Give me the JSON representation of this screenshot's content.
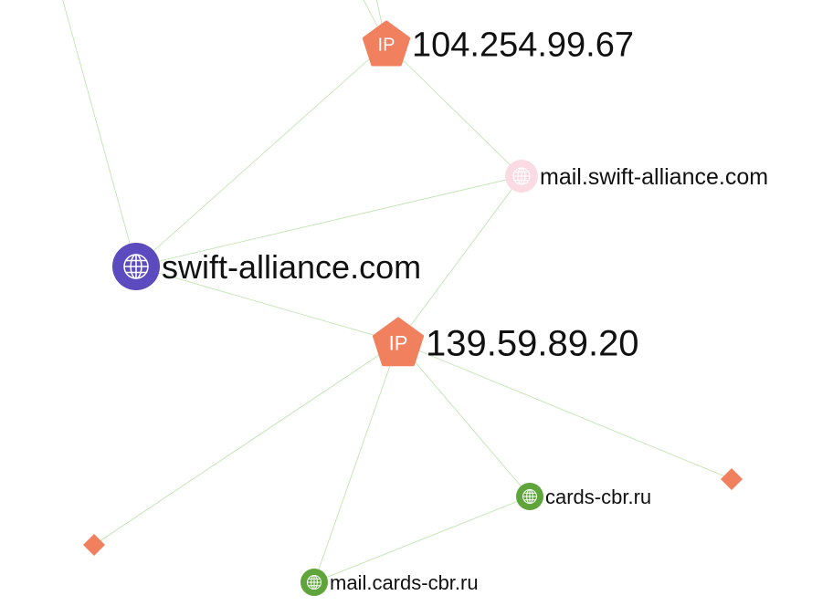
{
  "graph": {
    "colors": {
      "ip": "#f0805e",
      "domain_primary": "#5b4bbf",
      "domain_secondary": "#5fa53c",
      "domain_faded": "#fadbe4",
      "edge": "#b9e2a8"
    },
    "nodes": [
      {
        "id": "ip1",
        "kind": "ip",
        "icon": "IP",
        "label": "104.254.99.67",
        "icon_name": "ip-pentagon-icon"
      },
      {
        "id": "ip2",
        "kind": "ip",
        "icon": "IP",
        "label": "139.59.89.20",
        "icon_name": "ip-pentagon-icon"
      },
      {
        "id": "d1",
        "kind": "domain",
        "variant": "primary",
        "label": "swift-alliance.com",
        "icon_name": "globe-icon"
      },
      {
        "id": "d2",
        "kind": "domain",
        "variant": "faded",
        "label": "mail.swift-alliance.com",
        "icon_name": "globe-icon"
      },
      {
        "id": "d3",
        "kind": "domain",
        "variant": "secondary",
        "label": "cards-cbr.ru",
        "icon_name": "globe-icon"
      },
      {
        "id": "d4",
        "kind": "domain",
        "variant": "secondary",
        "label": "mail.cards-cbr.ru",
        "icon_name": "globe-icon"
      },
      {
        "id": "u1",
        "kind": "unlabeled",
        "icon_name": "diamond-icon"
      },
      {
        "id": "u2",
        "kind": "unlabeled",
        "icon_name": "diamond-icon"
      }
    ],
    "edges": [
      [
        "d1",
        "ip1"
      ],
      [
        "d1",
        "d2"
      ],
      [
        "d1",
        "ip2"
      ],
      [
        "ip1",
        "d2"
      ],
      [
        "d2",
        "ip2"
      ],
      [
        "ip2",
        "d3"
      ],
      [
        "ip2",
        "d4"
      ],
      [
        "ip2",
        "u1"
      ],
      [
        "ip2",
        "u2"
      ],
      [
        "d3",
        "d4"
      ],
      [
        "d1",
        "offscreen-a"
      ],
      [
        "ip1",
        "offscreen-b"
      ],
      [
        "ip1",
        "offscreen-c"
      ]
    ]
  }
}
